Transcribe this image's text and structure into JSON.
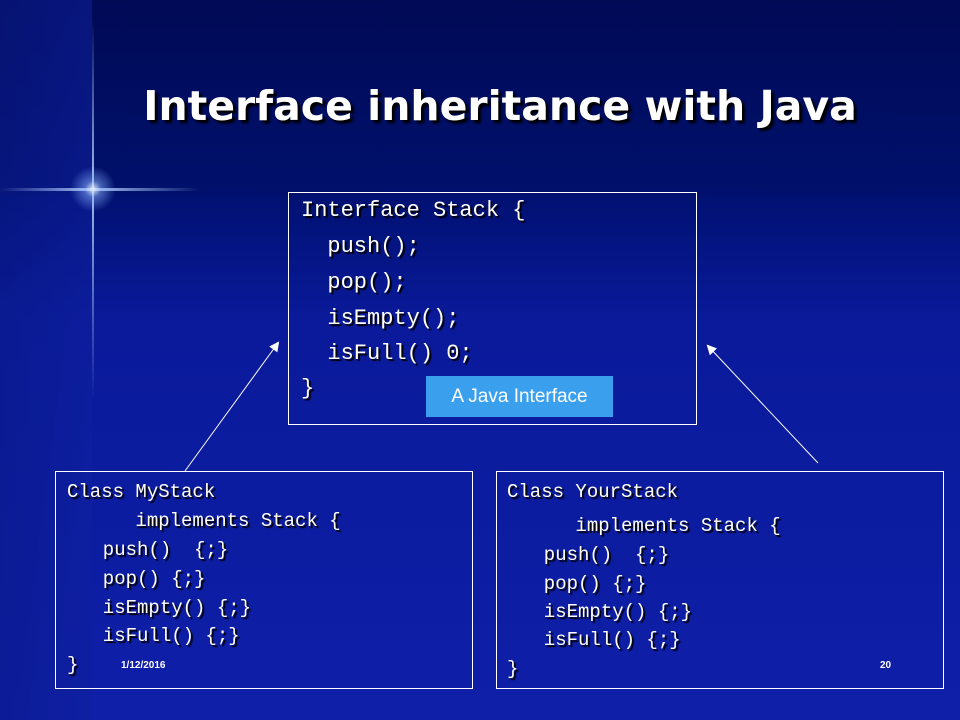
{
  "slide": {
    "title": "Interface inheritance with Java",
    "date": "1/12/2016",
    "page_number": "20"
  },
  "interface_box": {
    "lines": [
      "Interface Stack {",
      "  push();",
      "  pop();",
      "  isEmpty();",
      "  isFull() 0;",
      "}"
    ],
    "tag": "A Java Interface"
  },
  "mystack_box": {
    "lines": [
      "Class MyStack",
      "      implements Stack {",
      "  push()  {;}",
      "  pop() {;}",
      "  isEmpty() {;}",
      "  isFull() {;}",
      "}"
    ]
  },
  "yourstack_box": {
    "lines": [
      "Class YourStack",
      "      implements Stack {",
      "  push()  {;}",
      "  pop() {;}",
      "  isEmpty() {;}",
      "  isFull() {;}",
      "}"
    ]
  },
  "colors": {
    "background": "#0f1fa8",
    "tag_background": "#3aa0ee",
    "text": "#ffffff"
  }
}
